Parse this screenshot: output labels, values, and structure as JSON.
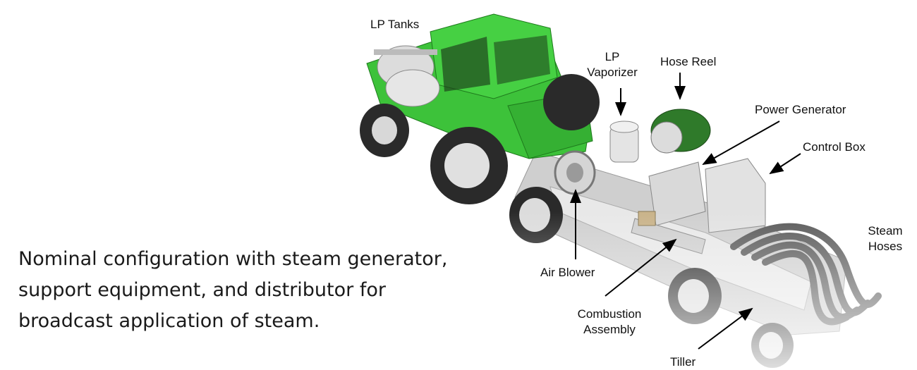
{
  "labels": {
    "lp_tanks": "LP Tanks",
    "lp_vaporizer_line1": "LP",
    "lp_vaporizer_line2": "Vaporizer",
    "hose_reel": "Hose Reel",
    "power_generator": "Power Generator",
    "control_box": "Control Box",
    "steam_hoses_line1": "Steam",
    "steam_hoses_line2": "Hoses",
    "air_blower": "Air Blower",
    "combustion_line1": "Combustion",
    "combustion_line2": "Assembly",
    "tiller": "Tiller"
  },
  "caption": {
    "line1": "Nominal configuration with steam generator,",
    "line2": "support equipment, and distributor for",
    "line3": "broadcast application of steam."
  },
  "colors": {
    "tractor_green": "#3dc23a",
    "equipment_gray": "#d8d8d8",
    "tire_dark": "#2a2a2a",
    "hose_reel_green": "#2f7a2a"
  }
}
